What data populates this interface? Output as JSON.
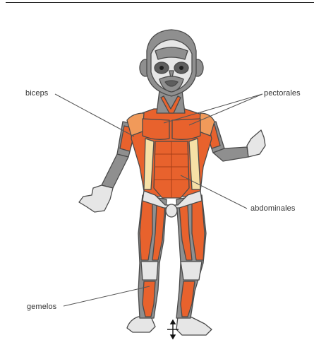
{
  "labels": {
    "biceps": "biceps",
    "pectorales": "pectorales",
    "abdominales": "abdominales",
    "gemelos": "gemelos"
  },
  "colors": {
    "muscle": "#e8622d",
    "muscle_light": "#f19a5a",
    "tendon": "#f6e0a6",
    "skin_gray": "#8f8f8f",
    "skin_dark": "#5e5e5e",
    "skin_light": "#e6e6e6",
    "outline": "#4a4a4a",
    "leader_line": "#555555"
  },
  "icons": {
    "cursor": "move-cursor-icon"
  }
}
